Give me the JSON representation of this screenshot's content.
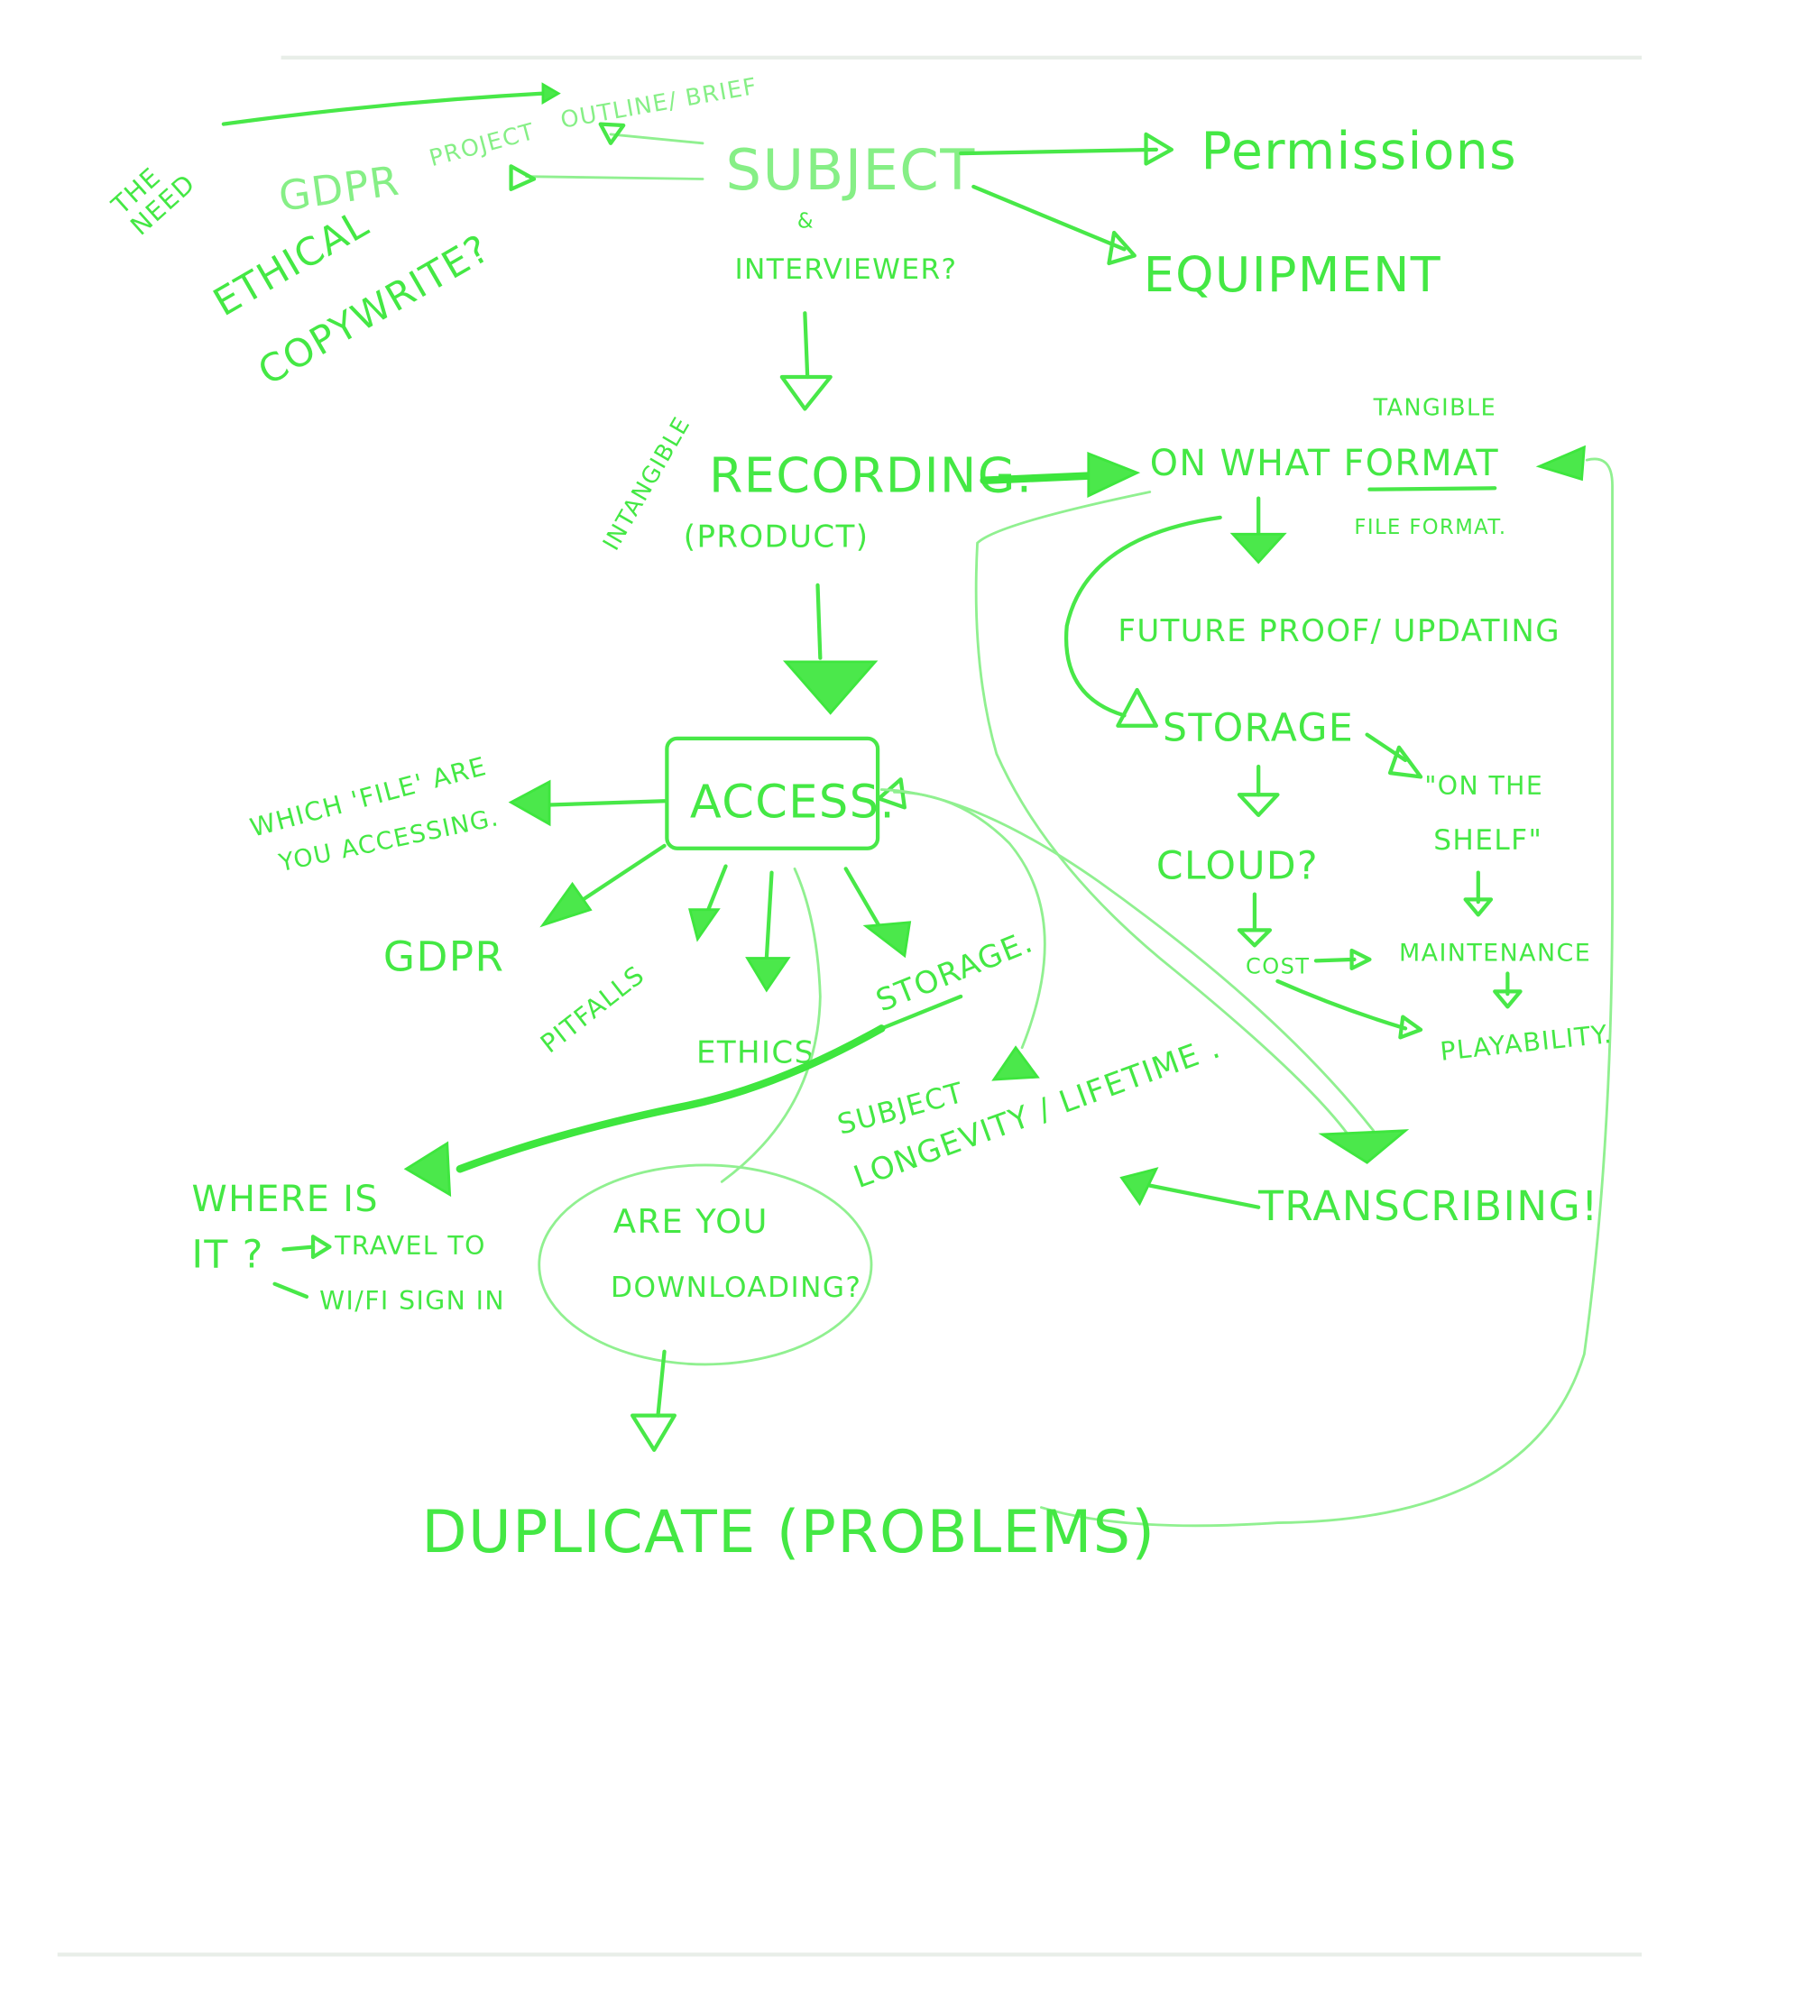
{
  "colors": {
    "ink": "#44e844",
    "ink_light": "#86ef86",
    "paper": "#ffffff"
  },
  "nodes": {
    "the_need": [
      "THE",
      "NEED"
    ],
    "gdpr_top": "GDPR",
    "project": "PROJECT",
    "outline_brief": "OUTLINE/ BRIEF",
    "subject": "SUBJECT",
    "ampersand": "&",
    "interviewer": "INTERVIEWER?",
    "permissions": "Permissions",
    "equipment": "EQUIPMENT",
    "ethical": "ETHICAL",
    "copywrite": "COPYWRITE?",
    "intangible": "INTANGIBLE",
    "recording": "RECORDING.",
    "product": "(PRODUCT)",
    "tangible": "TANGIBLE",
    "on_what_format": "ON WHAT FORMAT",
    "file_format": "FILE FORMAT.",
    "future_proof": "FUTURE PROOF/ UPDATING",
    "storage_right": "STORAGE",
    "on_the_shelf": [
      "\"ON THE",
      "SHELF\""
    ],
    "cloud": "CLOUD?",
    "cost": "COST",
    "maintenance": "MAINTENANCE",
    "playability": "PLAYABILITY.",
    "access": "ACCESS.",
    "which_file": [
      "WHICH 'FILE' ARE",
      "YOU ACCESSING."
    ],
    "gdpr_access": "GDPR",
    "pitfalls": "PITFALLS",
    "ethics": "ETHICS",
    "storage_access": "STORAGE.",
    "subject_longevity": "SUBJECT",
    "longevity": "LONGEVITY / LIFETIME .",
    "transcribing": "TRANSCRIBING!",
    "where_is_it": [
      "WHERE IS",
      "IT ?"
    ],
    "travel_to": "TRAVEL TO",
    "wifi_sign_in": "WI/FI SIGN IN",
    "are_you_downloading": [
      "ARE YOU",
      "DOWNLOADING?"
    ],
    "duplicate": "DUPLICATE (PROBLEMS)"
  }
}
